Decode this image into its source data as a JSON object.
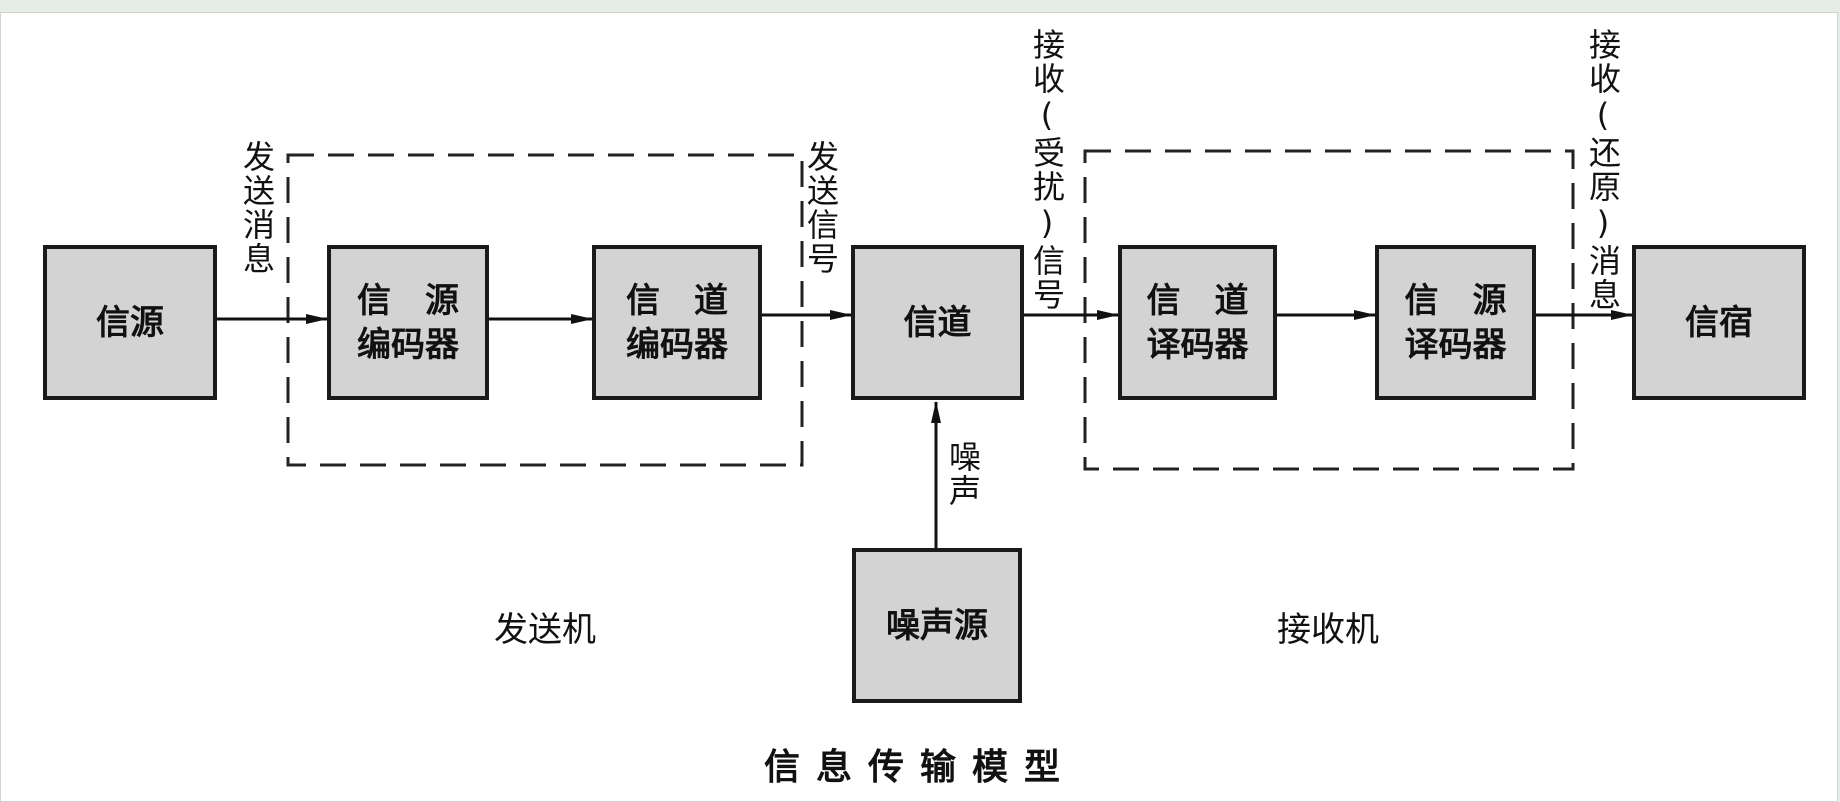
{
  "blocks": {
    "source": "信源",
    "source_encoder": "信　源\n编码器",
    "channel_encoder": "信　道\n编码器",
    "channel": "信道",
    "channel_decoder": "信　道\n译码器",
    "source_decoder": "信　源\n译码器",
    "sink": "信宿",
    "noise_source": "噪声源"
  },
  "signals": {
    "sent_message": "发送消息",
    "sent_signal": "发送信号",
    "received_signal": "接收(受扰)信号",
    "received_message": "接收(还原)消息",
    "noise": "噪声"
  },
  "groups": {
    "transmitter": "发送机",
    "receiver": "接收机"
  },
  "caption": "信息传输模型"
}
